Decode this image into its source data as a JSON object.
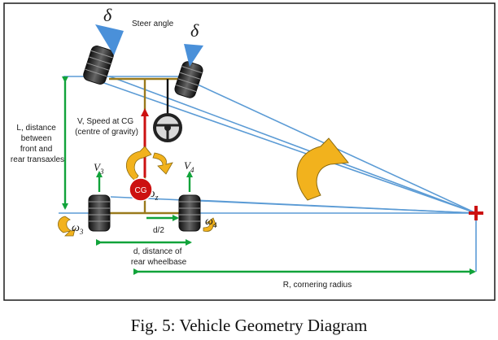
{
  "diagram": {
    "steer_label": "Steer angle",
    "delta_left": "δ",
    "delta_right": "δ",
    "L_lines": [
      "L, distance",
      "between",
      "front and",
      "rear transaxles"
    ],
    "V_lines": [
      "V, Speed at CG",
      "(centre of gravity)"
    ],
    "cg_label": "CG",
    "omega_z": "ω",
    "omega_z_sub": "z",
    "v3": "V",
    "v3_sub": "3",
    "v4": "V",
    "v4_sub": "4",
    "omega3": "ω",
    "omega3_sub": "3",
    "omega4": "ω",
    "omega4_sub": "4",
    "d_half": "d/2",
    "d_lines": [
      "d, distance of",
      "rear wheelbase"
    ],
    "R_label": "R, cornering radius",
    "colors": {
      "frame": "#1b1b1b",
      "beam": "#9a7a1c",
      "rays": "#5b9bd5",
      "green": "#11a33a",
      "red": "#cc1111",
      "orange": "#f2b21d",
      "wheel": "#2a2a2a"
    }
  },
  "caption": "Fig. 5: Vehicle Geometry Diagram"
}
